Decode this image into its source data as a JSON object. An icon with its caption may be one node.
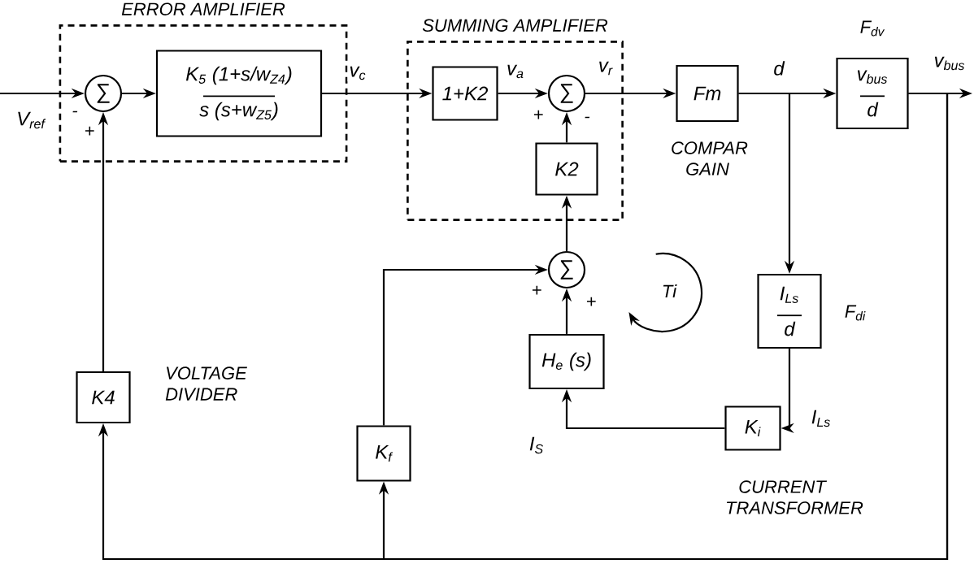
{
  "diagram": {
    "nodes": [
      {
        "text": [
          "ERROR AMPLIFIER"
        ]
      },
      {
        "text": [
          "∑"
        ],
        "in": 0
      },
      {
        "text": [
          "K$_{5}$ (1+s/w$_{Z4}$)",
          "s (s+w$_{Z5}$)"
        ],
        "in": 0
      },
      {
        "text": [
          "SUMMING AMPLIFIER"
        ]
      },
      {
        "text": [
          "1+K2"
        ],
        "in": 3
      },
      {
        "text": [
          "∑"
        ],
        "in": 3
      },
      {
        "text": [
          "K2"
        ],
        "in": 3
      },
      {
        "text": [
          "Fm"
        ],
        "beside": [
          "COMPAR GAIN"
        ]
      },
      {
        "text": [
          "v$_{bus}$",
          "d"
        ],
        "beside": [
          "F$_{dv}$"
        ]
      },
      {
        "text": [
          "∑"
        ]
      },
      {
        "text": [
          "H$_{e}$ (s)"
        ]
      },
      {
        "text": [
          "I$_{Ls}$",
          "d"
        ],
        "beside": [
          "F$_{di}$"
        ]
      },
      {
        "text": [
          "K$_{i}$"
        ],
        "beside": [
          "CURRENT TRANSFORMER"
        ]
      },
      {
        "text": [
          "K$_{f}$"
        ]
      },
      {
        "text": [
          "K4"
        ],
        "beside": [
          "VOLTAGE DIVIDER"
        ]
      }
    ],
    "edges": [
      {
        "from": null,
        "to": 1,
        "arrow": "to",
        "label": "V$_{ref}$"
      },
      {
        "from": 1,
        "to": 2,
        "arrow": "to"
      },
      {
        "from": 2,
        "to": 4,
        "arrow": "to",
        "label": "v$_{c}$"
      },
      {
        "from": 4,
        "to": 5,
        "arrow": "to",
        "label": "v$_{a}$"
      },
      {
        "from": 5,
        "to": 7,
        "arrow": "to",
        "label": "v$_{r}$"
      },
      {
        "from": 7,
        "to": 8,
        "arrow": "to",
        "label": "d"
      },
      {
        "from": 8,
        "to": null,
        "arrow": "to",
        "label": "v$_{bus}$"
      },
      {
        "from": 6,
        "to": 5,
        "arrow": "to"
      },
      {
        "from": 9,
        "to": 6,
        "arrow": "to"
      },
      {
        "from": 10,
        "to": 9,
        "arrow": "to"
      },
      {
        "from": 13,
        "to": 9,
        "arrow": "to"
      },
      {
        "from": 7,
        "to": 11,
        "arrow": "to"
      },
      {
        "from": 11,
        "to": 12,
        "arrow": "to",
        "label": "I$_{Ls}$"
      },
      {
        "from": 12,
        "to": 10,
        "arrow": "to",
        "label": "I$_{S}$"
      },
      {
        "from": 8,
        "to": 14,
        "arrow": "to"
      },
      {
        "from": 8,
        "to": 13,
        "arrow": "to"
      },
      {
        "from": 14,
        "to": 1,
        "arrow": "to"
      }
    ],
    "labels": [
      "-",
      "+",
      "+",
      "-",
      "+",
      "Ti",
      "+"
    ]
  }
}
